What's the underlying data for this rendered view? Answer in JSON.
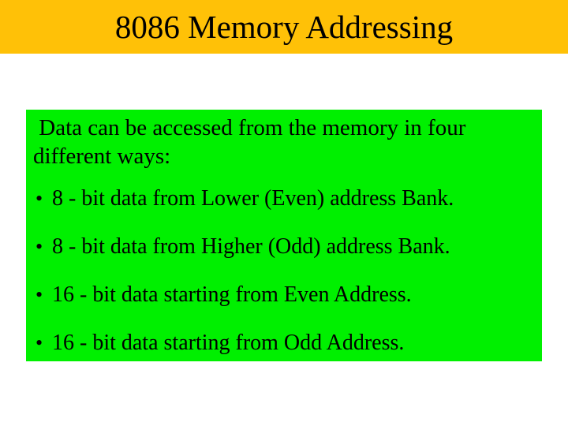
{
  "slide": {
    "title": "8086 Memory Addressing",
    "intro": " Data can be accessed from the memory in four\ndifferent ways:",
    "bullet_marker": "•",
    "bullets": [
      "8 - bit data from Lower (Even) address Bank.",
      "8 - bit data from Higher (Odd) address Bank.",
      "16 - bit data starting from Even Address.",
      "16 - bit data starting from Odd Address."
    ],
    "colors": {
      "title_bar_bg": "#FFC107",
      "content_panel_bg": "#00F000",
      "text": "#000000",
      "page_bg": "#FFFFFF"
    }
  }
}
